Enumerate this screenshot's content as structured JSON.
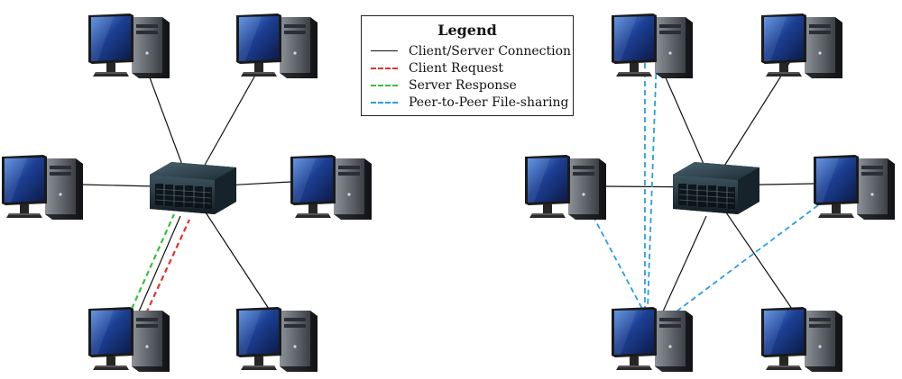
{
  "legend": {
    "title": "Legend",
    "items": [
      {
        "label": "Client/Server Connection",
        "color": "#111111",
        "style": "solid"
      },
      {
        "label": "Client Request",
        "color": "#e8302a",
        "style": "dashed"
      },
      {
        "label": "Server Response",
        "color": "#35c23a",
        "style": "dashed"
      },
      {
        "label": "Peer-to-Peer File-sharing",
        "color": "#2a9ee0",
        "style": "dashed"
      }
    ]
  },
  "colors": {
    "connection": "#111111",
    "request": "#e8302a",
    "response": "#35c23a",
    "p2p": "#2a9ee0",
    "monitor_frame": "#1c1c1c",
    "screen": "#1a3f8f",
    "tower": "#5e6269",
    "server": "#1e2c34"
  },
  "networks": [
    {
      "name": "client-server-network",
      "clients": 6
    },
    {
      "name": "peer-to-peer-network",
      "clients": 6
    }
  ]
}
